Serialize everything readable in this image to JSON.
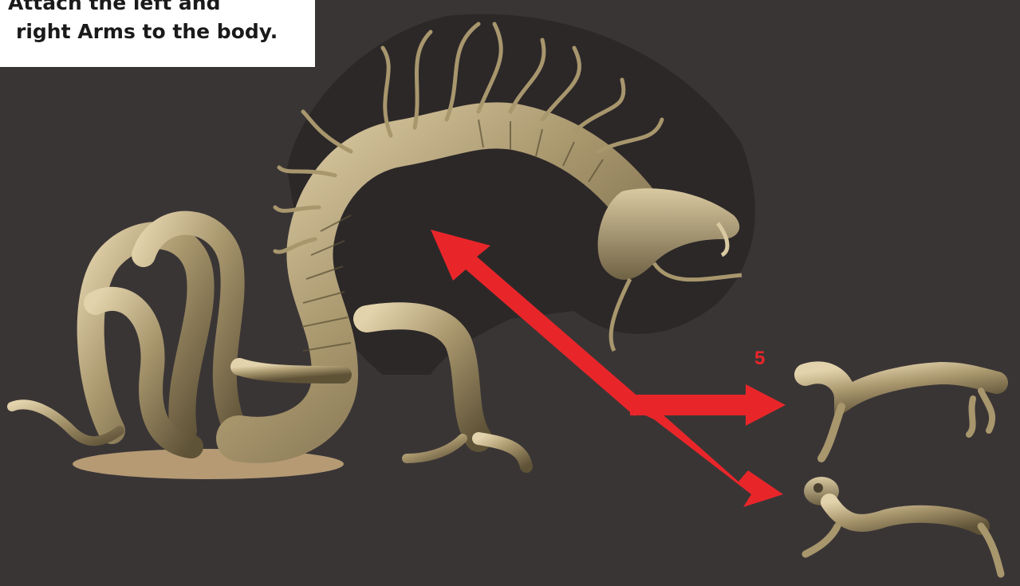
{
  "instruction": {
    "line1": "Attach the left and",
    "line2": "right Arms to the body."
  },
  "step_number": "5",
  "colors": {
    "background": "#3a3535",
    "arrow": "#e8262a",
    "base": "#b59a74",
    "metal": "#b8a57e"
  },
  "figures": {
    "body": "serpent-dragon-body",
    "arm_upper": "right-arm-part",
    "arm_lower": "left-arm-part"
  }
}
